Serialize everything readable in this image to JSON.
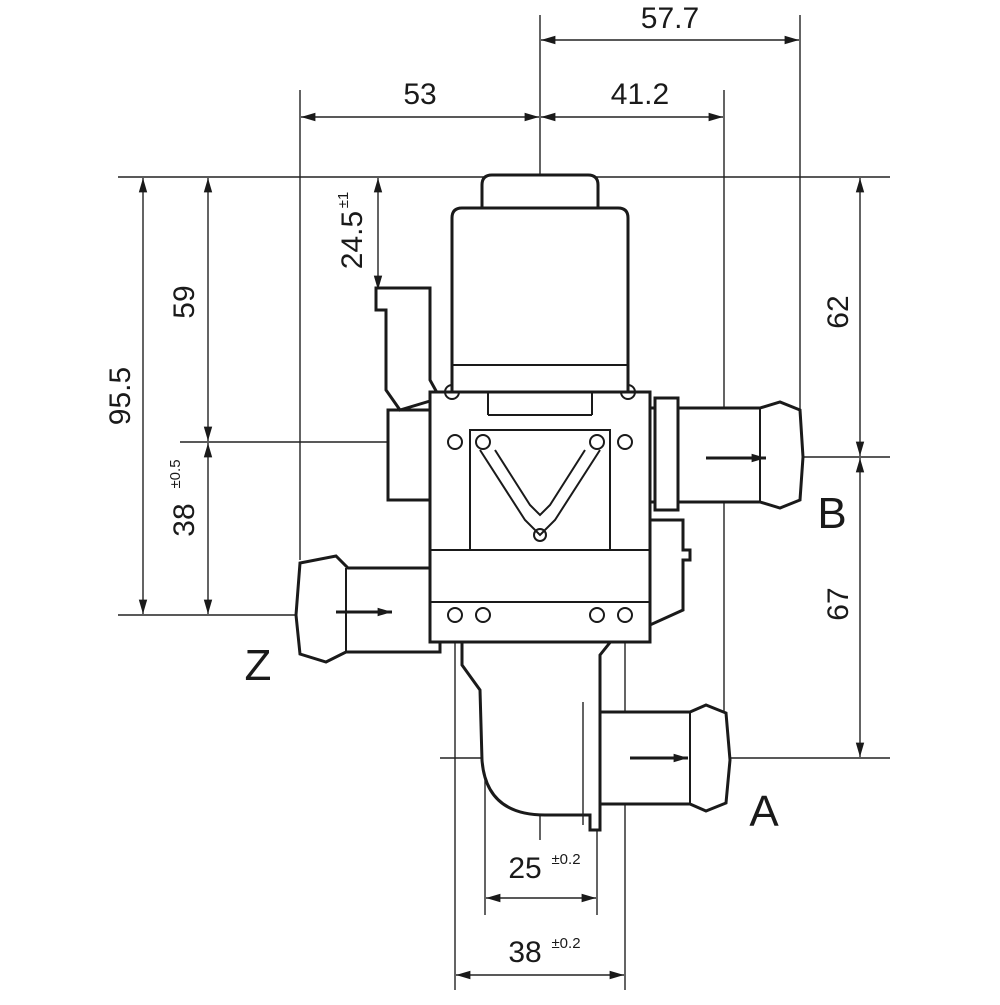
{
  "dimensions": {
    "d_57_7": "57.7",
    "d_53": "53",
    "d_41_2": "41.2",
    "d_24_5": "24.5",
    "d_24_5_tol": "±1",
    "d_59": "59",
    "d_95_5": "95.5",
    "d_38_left": "38",
    "d_38_left_tol": "±0.5",
    "d_62": "62",
    "d_67": "67",
    "d_25": "25",
    "d_25_tol": "±0.2",
    "d_38_bottom": "38",
    "d_38_bottom_tol": "±0.2"
  },
  "ports": {
    "z": "Z",
    "b": "B",
    "a": "A"
  }
}
